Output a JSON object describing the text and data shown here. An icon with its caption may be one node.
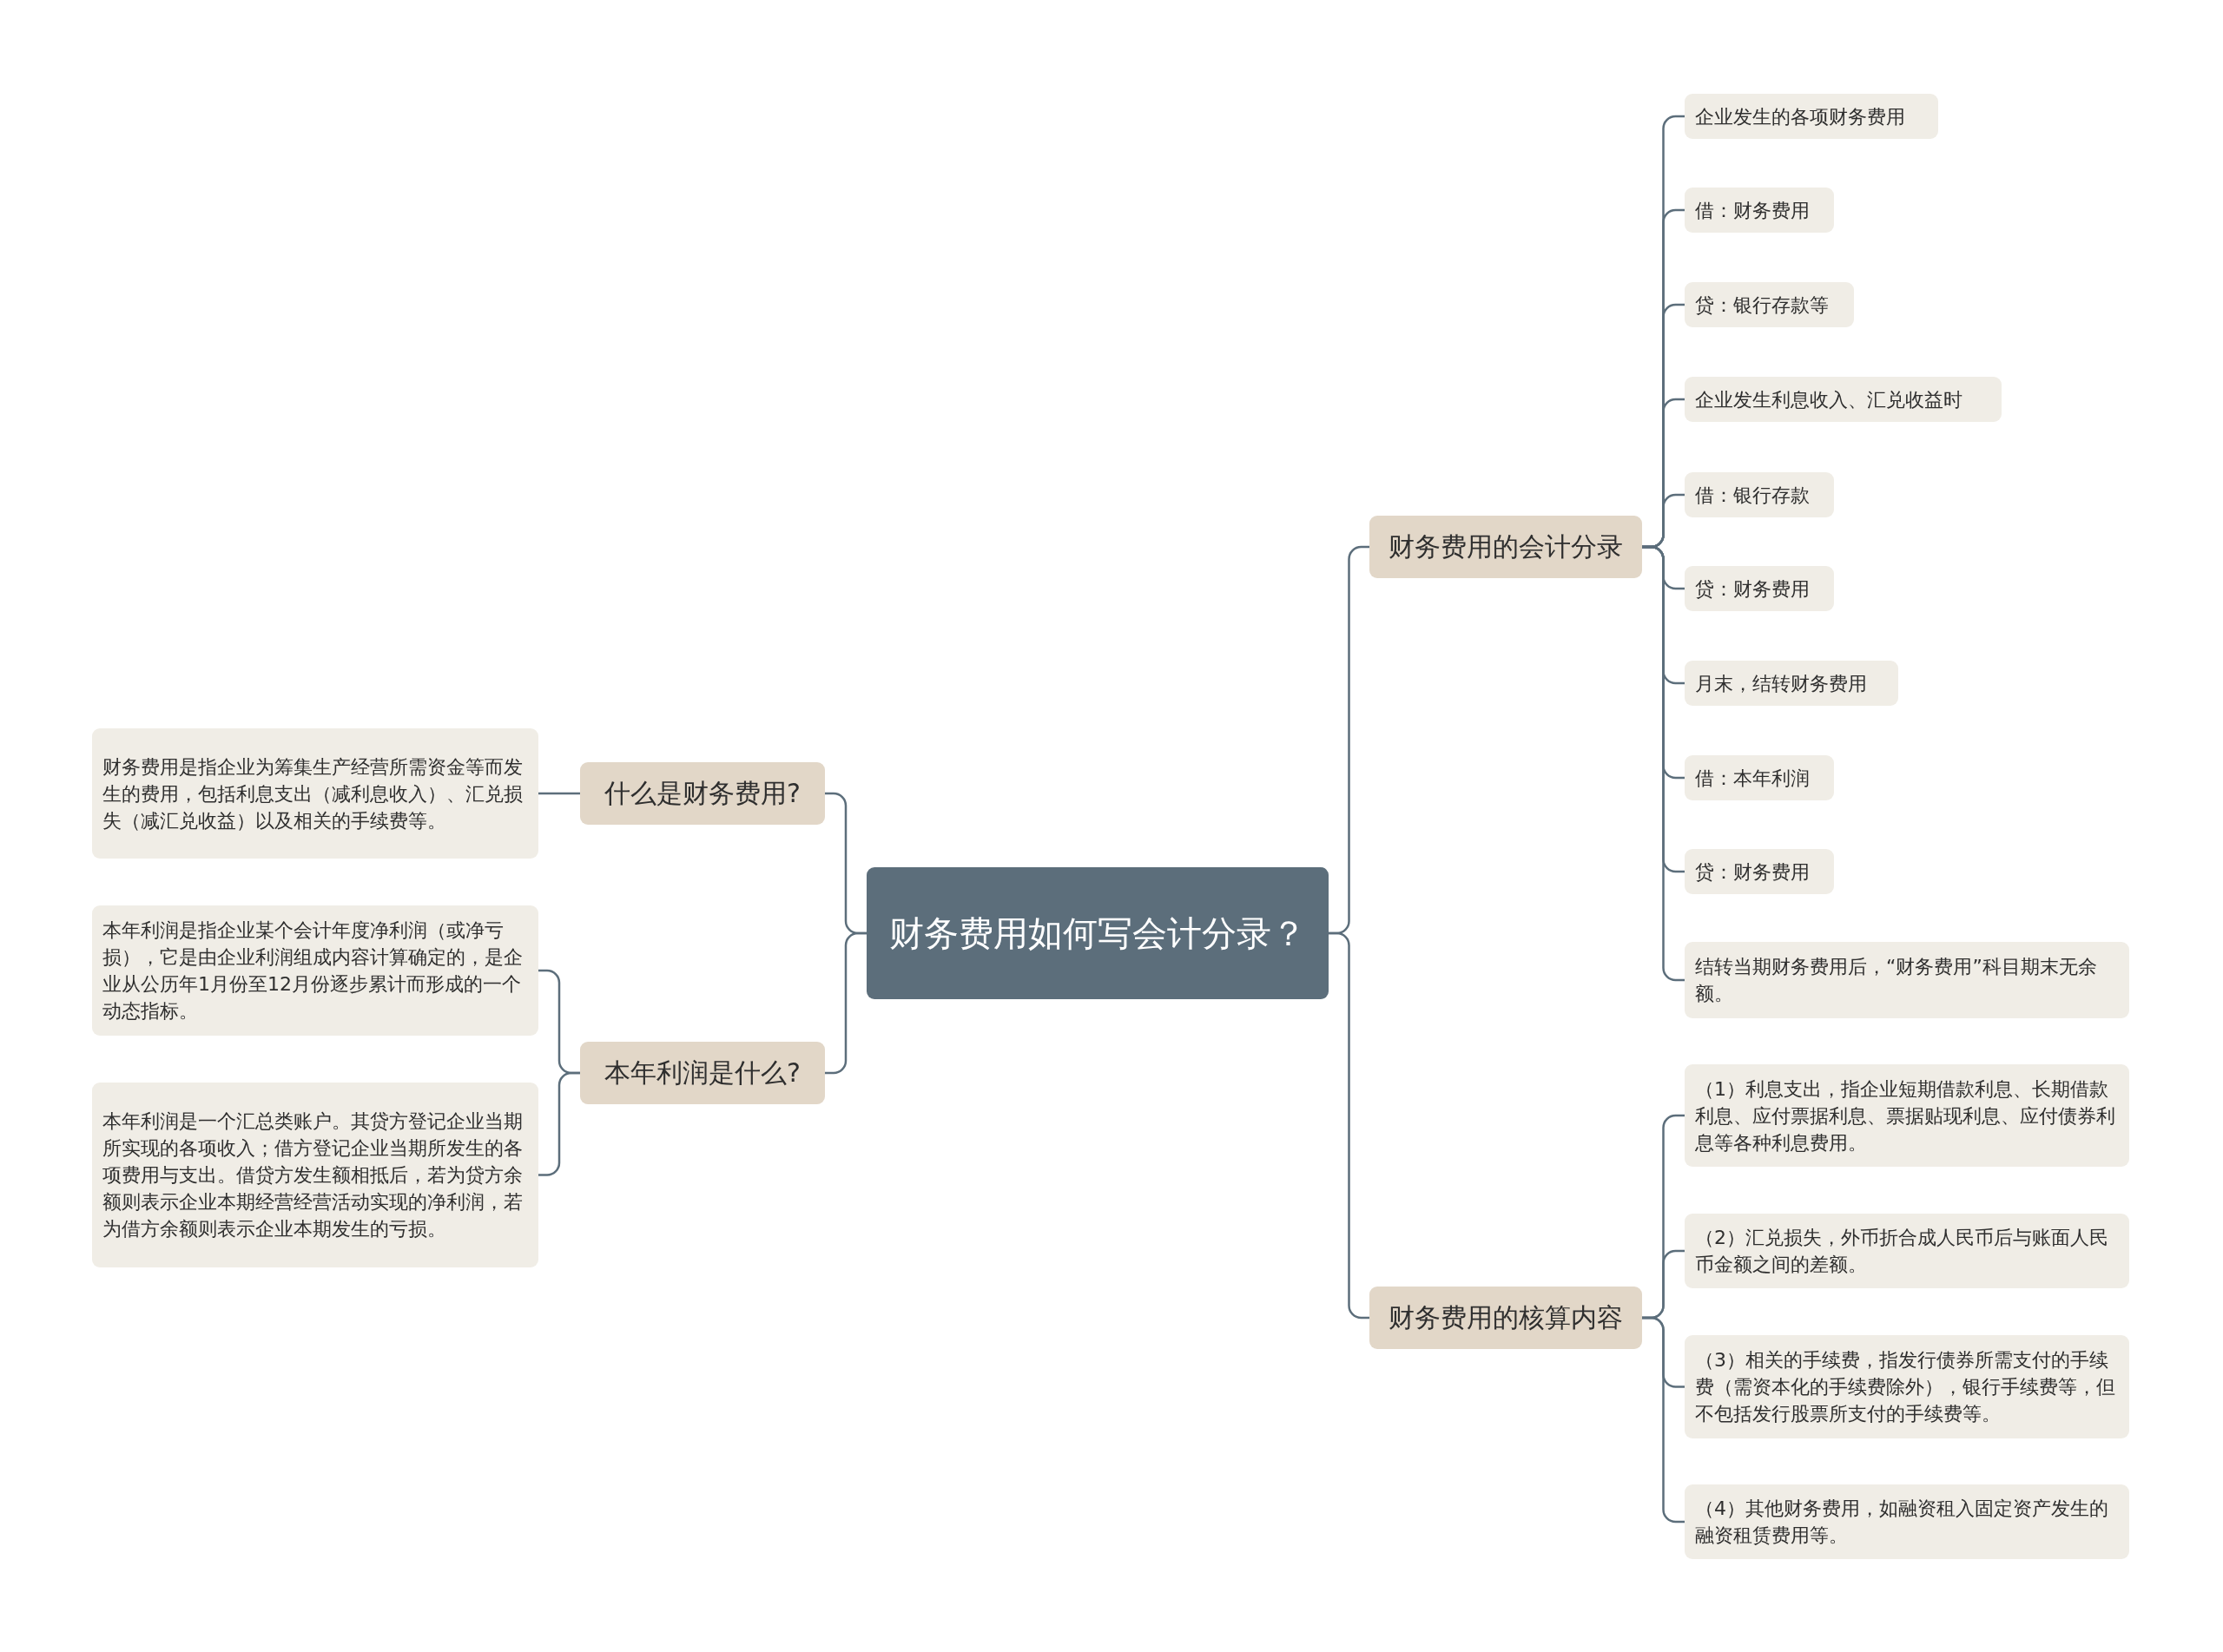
{
  "diagram": {
    "nodes": [
      {
        "text": [
          "财务费用如何写会计分录？"
        ]
      },
      {
        "text": [
          "什么是财务费用?"
        ]
      },
      {
        "text": [
          "财务费用是指企业为筹集生产经营所需资金等而发生的费用，包括利息支出（减利息收入）、汇兑损失（减汇兑收益）以及相关的手续费等。"
        ]
      },
      {
        "text": [
          "本年利润是什么?"
        ]
      },
      {
        "text": [
          "本年利润是指企业某个会计年度净利润（或净亏损），它是由企业利润组成内容计算确定的，是企业从公历年1月份至12月份逐步累计而形成的一个动态指标。"
        ]
      },
      {
        "text": [
          "本年利润是一个汇总类账户。其贷方登记企业当期所实现的各项收入；借方登记企业当期所发生的各项费用与支出。借贷方发生额相抵后，若为贷方余额则表示企业本期经营经营活动实现的净利润，若为借方余额则表示企业本期发生的亏损。"
        ]
      },
      {
        "text": [
          "财务费用的会计分录"
        ]
      },
      {
        "text": [
          "企业发生的各项财务费用"
        ]
      },
      {
        "text": [
          "借：财务费用"
        ]
      },
      {
        "text": [
          "贷：银行存款等"
        ]
      },
      {
        "text": [
          "企业发生利息收入、汇兑收益时"
        ]
      },
      {
        "text": [
          "借：银行存款"
        ]
      },
      {
        "text": [
          "贷：财务费用"
        ]
      },
      {
        "text": [
          "月末，结转财务费用"
        ]
      },
      {
        "text": [
          "借：本年利润"
        ]
      },
      {
        "text": [
          "贷：财务费用"
        ]
      },
      {
        "text": [
          "结转当期财务费用后，“财务费用”科目期末无余额。"
        ]
      },
      {
        "text": [
          "财务费用的核算内容"
        ]
      },
      {
        "text": [
          "（1）利息支出，指企业短期借款利息、长期借款利息、应付票据利息、票据贴现利息、应付债券利息等各种利息费用。"
        ]
      },
      {
        "text": [
          "（2）汇兑损失，外币折合成人民币后与账面人民币金额之间的差额。"
        ]
      },
      {
        "text": [
          "（3）相关的手续费，指发行债券所需支付的手续费（需资本化的手续费除外），银行手续费等，但不包括发行股票所支付的手续费等。"
        ]
      },
      {
        "text": [
          "（4）其他财务费用，如融资租入固定资产发生的融资租赁费用等。"
        ]
      }
    ],
    "edges": [
      {
        "from": 0,
        "to": 1,
        "arrow": "none"
      },
      {
        "from": 1,
        "to": 2,
        "arrow": "none"
      },
      {
        "from": 0,
        "to": 3,
        "arrow": "none"
      },
      {
        "from": 3,
        "to": 4,
        "arrow": "none"
      },
      {
        "from": 3,
        "to": 5,
        "arrow": "none"
      },
      {
        "from": 0,
        "to": 6,
        "arrow": "none"
      },
      {
        "from": 6,
        "to": 7,
        "arrow": "none"
      },
      {
        "from": 6,
        "to": 8,
        "arrow": "none"
      },
      {
        "from": 6,
        "to": 9,
        "arrow": "none"
      },
      {
        "from": 6,
        "to": 10,
        "arrow": "none"
      },
      {
        "from": 6,
        "to": 11,
        "arrow": "none"
      },
      {
        "from": 6,
        "to": 12,
        "arrow": "none"
      },
      {
        "from": 6,
        "to": 13,
        "arrow": "none"
      },
      {
        "from": 6,
        "to": 14,
        "arrow": "none"
      },
      {
        "from": 6,
        "to": 15,
        "arrow": "none"
      },
      {
        "from": 6,
        "to": 16,
        "arrow": "none"
      },
      {
        "from": 0,
        "to": 17,
        "arrow": "none"
      },
      {
        "from": 17,
        "to": 18,
        "arrow": "none"
      },
      {
        "from": 17,
        "to": 19,
        "arrow": "none"
      },
      {
        "from": 17,
        "to": 20,
        "arrow": "none"
      },
      {
        "from": 17,
        "to": 21,
        "arrow": "none"
      }
    ]
  }
}
